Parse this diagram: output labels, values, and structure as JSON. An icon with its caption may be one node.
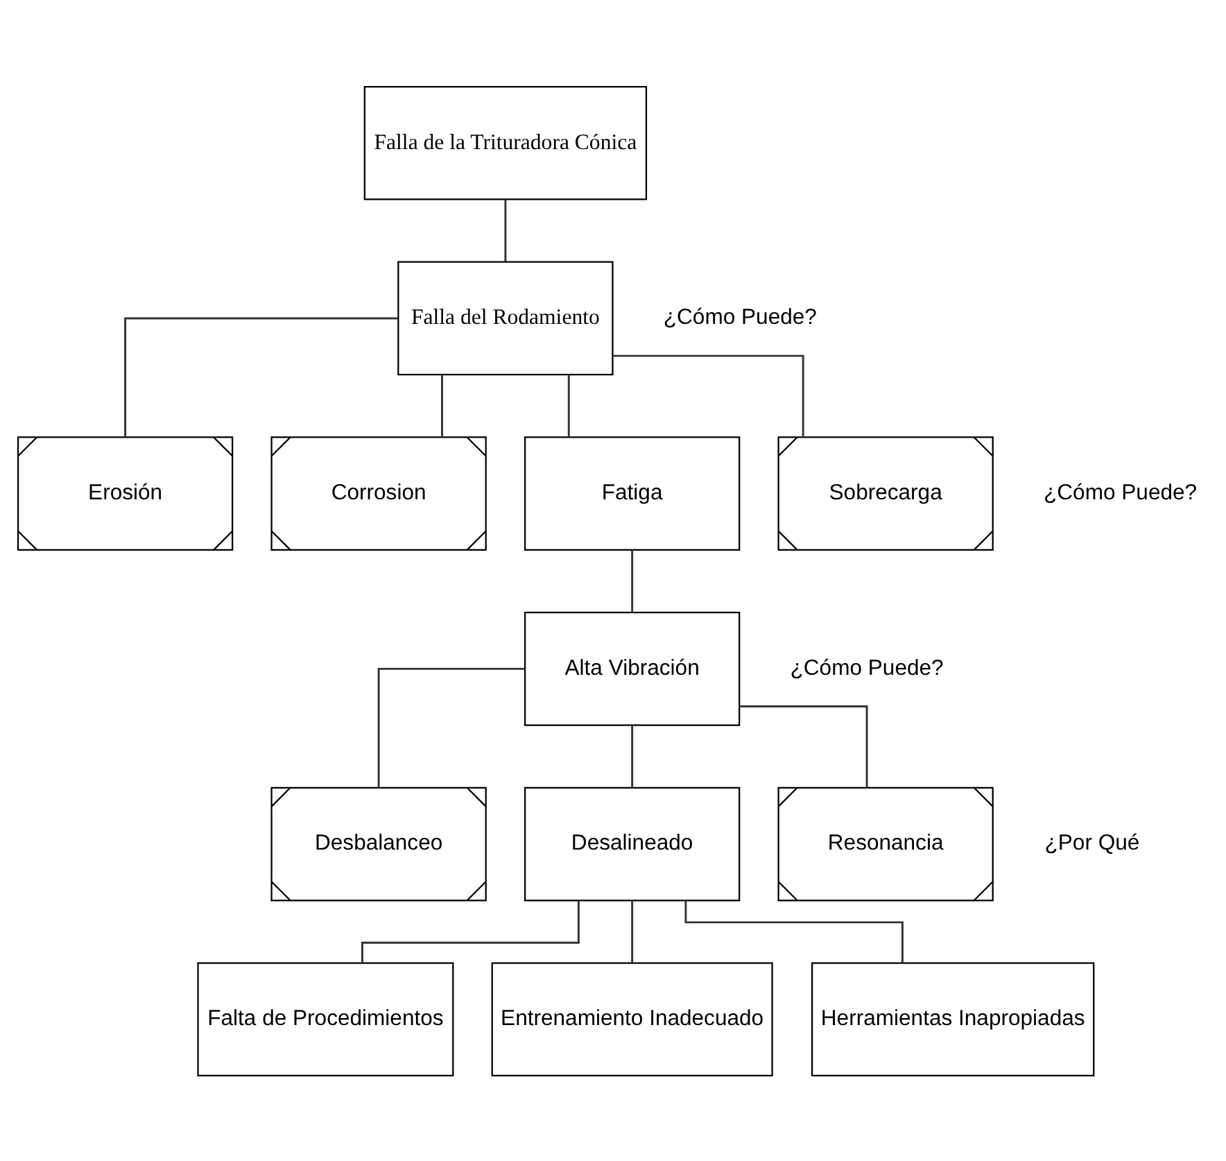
{
  "diagram": {
    "nodes": [
      {
        "text": [
          "Falla de la Trituradora Cónica"
        ]
      },
      {
        "text": [
          "Falla del Rodamiento"
        ]
      },
      {
        "text": [
          "Erosión"
        ]
      },
      {
        "text": [
          "Corrosion"
        ]
      },
      {
        "text": [
          "Fatiga"
        ]
      },
      {
        "text": [
          "Sobrecarga"
        ]
      },
      {
        "text": [
          "Alta Vibración"
        ]
      },
      {
        "text": [
          "Desbalanceo"
        ]
      },
      {
        "text": [
          "Desalineado"
        ]
      },
      {
        "text": [
          "Resonancia"
        ]
      },
      {
        "text": [
          "Falta de Procedimientos"
        ]
      },
      {
        "text": [
          "Entrenamiento Inadecuado"
        ]
      },
      {
        "text": [
          "Herramientas Inapropiadas"
        ]
      }
    ],
    "edges": [
      {
        "from": 0,
        "to": 1,
        "arrow": "none"
      },
      {
        "from": 1,
        "to": 2,
        "arrow": "none"
      },
      {
        "from": 1,
        "to": 3,
        "arrow": "none"
      },
      {
        "from": 1,
        "to": 4,
        "arrow": "none"
      },
      {
        "from": 1,
        "to": 5,
        "arrow": "none"
      },
      {
        "from": 4,
        "to": 6,
        "arrow": "none"
      },
      {
        "from": 6,
        "to": 7,
        "arrow": "none"
      },
      {
        "from": 6,
        "to": 8,
        "arrow": "none"
      },
      {
        "from": 6,
        "to": 9,
        "arrow": "none"
      },
      {
        "from": 8,
        "to": 10,
        "arrow": "none"
      },
      {
        "from": 8,
        "to": 11,
        "arrow": "none"
      },
      {
        "from": 8,
        "to": 12,
        "arrow": "none"
      }
    ],
    "labels": [
      "¿Cómo Puede?",
      "¿Cómo Puede?",
      "¿Cómo Puede?",
      "¿Por Qué"
    ]
  }
}
